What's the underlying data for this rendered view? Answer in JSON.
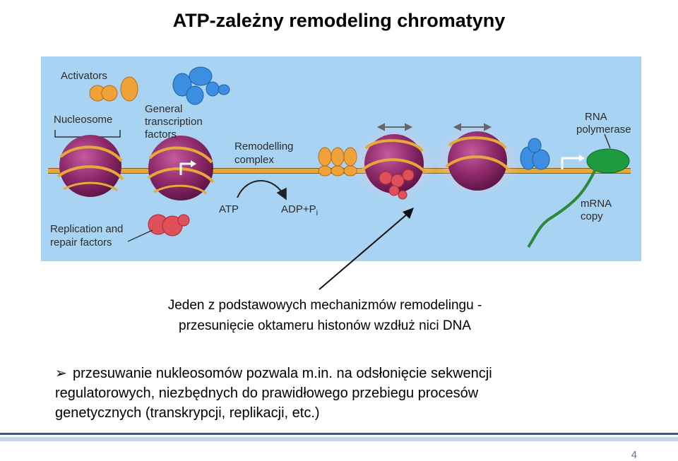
{
  "slide": {
    "title": "ATP-zależny remodeling chromatyny",
    "caption_lines": [
      "Jeden z podstawowych mechanizmów remodelingu -",
      "przesunięcie oktameru histonów wzdłuż nici DNA"
    ],
    "bullet_marker": "➢",
    "bullet_lines": [
      "przesuwanie nukleosomów pozwala m.in. na odsłonięcie sekwencji",
      "regulatorowych, niezbędnych do prawidłowego przebiegu procesów",
      "genetycznych (transkrypcji, replikacji, etc.)"
    ],
    "page_number": "4"
  },
  "figure": {
    "labels": {
      "activators": "Activators",
      "nucleosome": "Nucleosome",
      "gtf_1": "General",
      "gtf_2": "transcription",
      "gtf_3": "factors",
      "remodelling_1": "Remodelling",
      "remodelling_2": "complex",
      "atp": "ATP",
      "adp": "ADP+P",
      "adp_sub": "i",
      "rna_pol_1": "RNA",
      "rna_pol_2": "polymerase",
      "mrna_1": "mRNA",
      "mrna_2": "copy",
      "replication_1": "Replication and",
      "replication_2": "repair factors"
    },
    "colors": {
      "background": "#a9d3f2",
      "dna": "#e4a93a",
      "nucleosome": "#8e2a6a",
      "activator": "#f0a23a",
      "gtf": "#3c8ee0",
      "replication": "#e0505a",
      "polymerase": "#1f9a3e",
      "mrna": "#2a8a3a"
    }
  }
}
